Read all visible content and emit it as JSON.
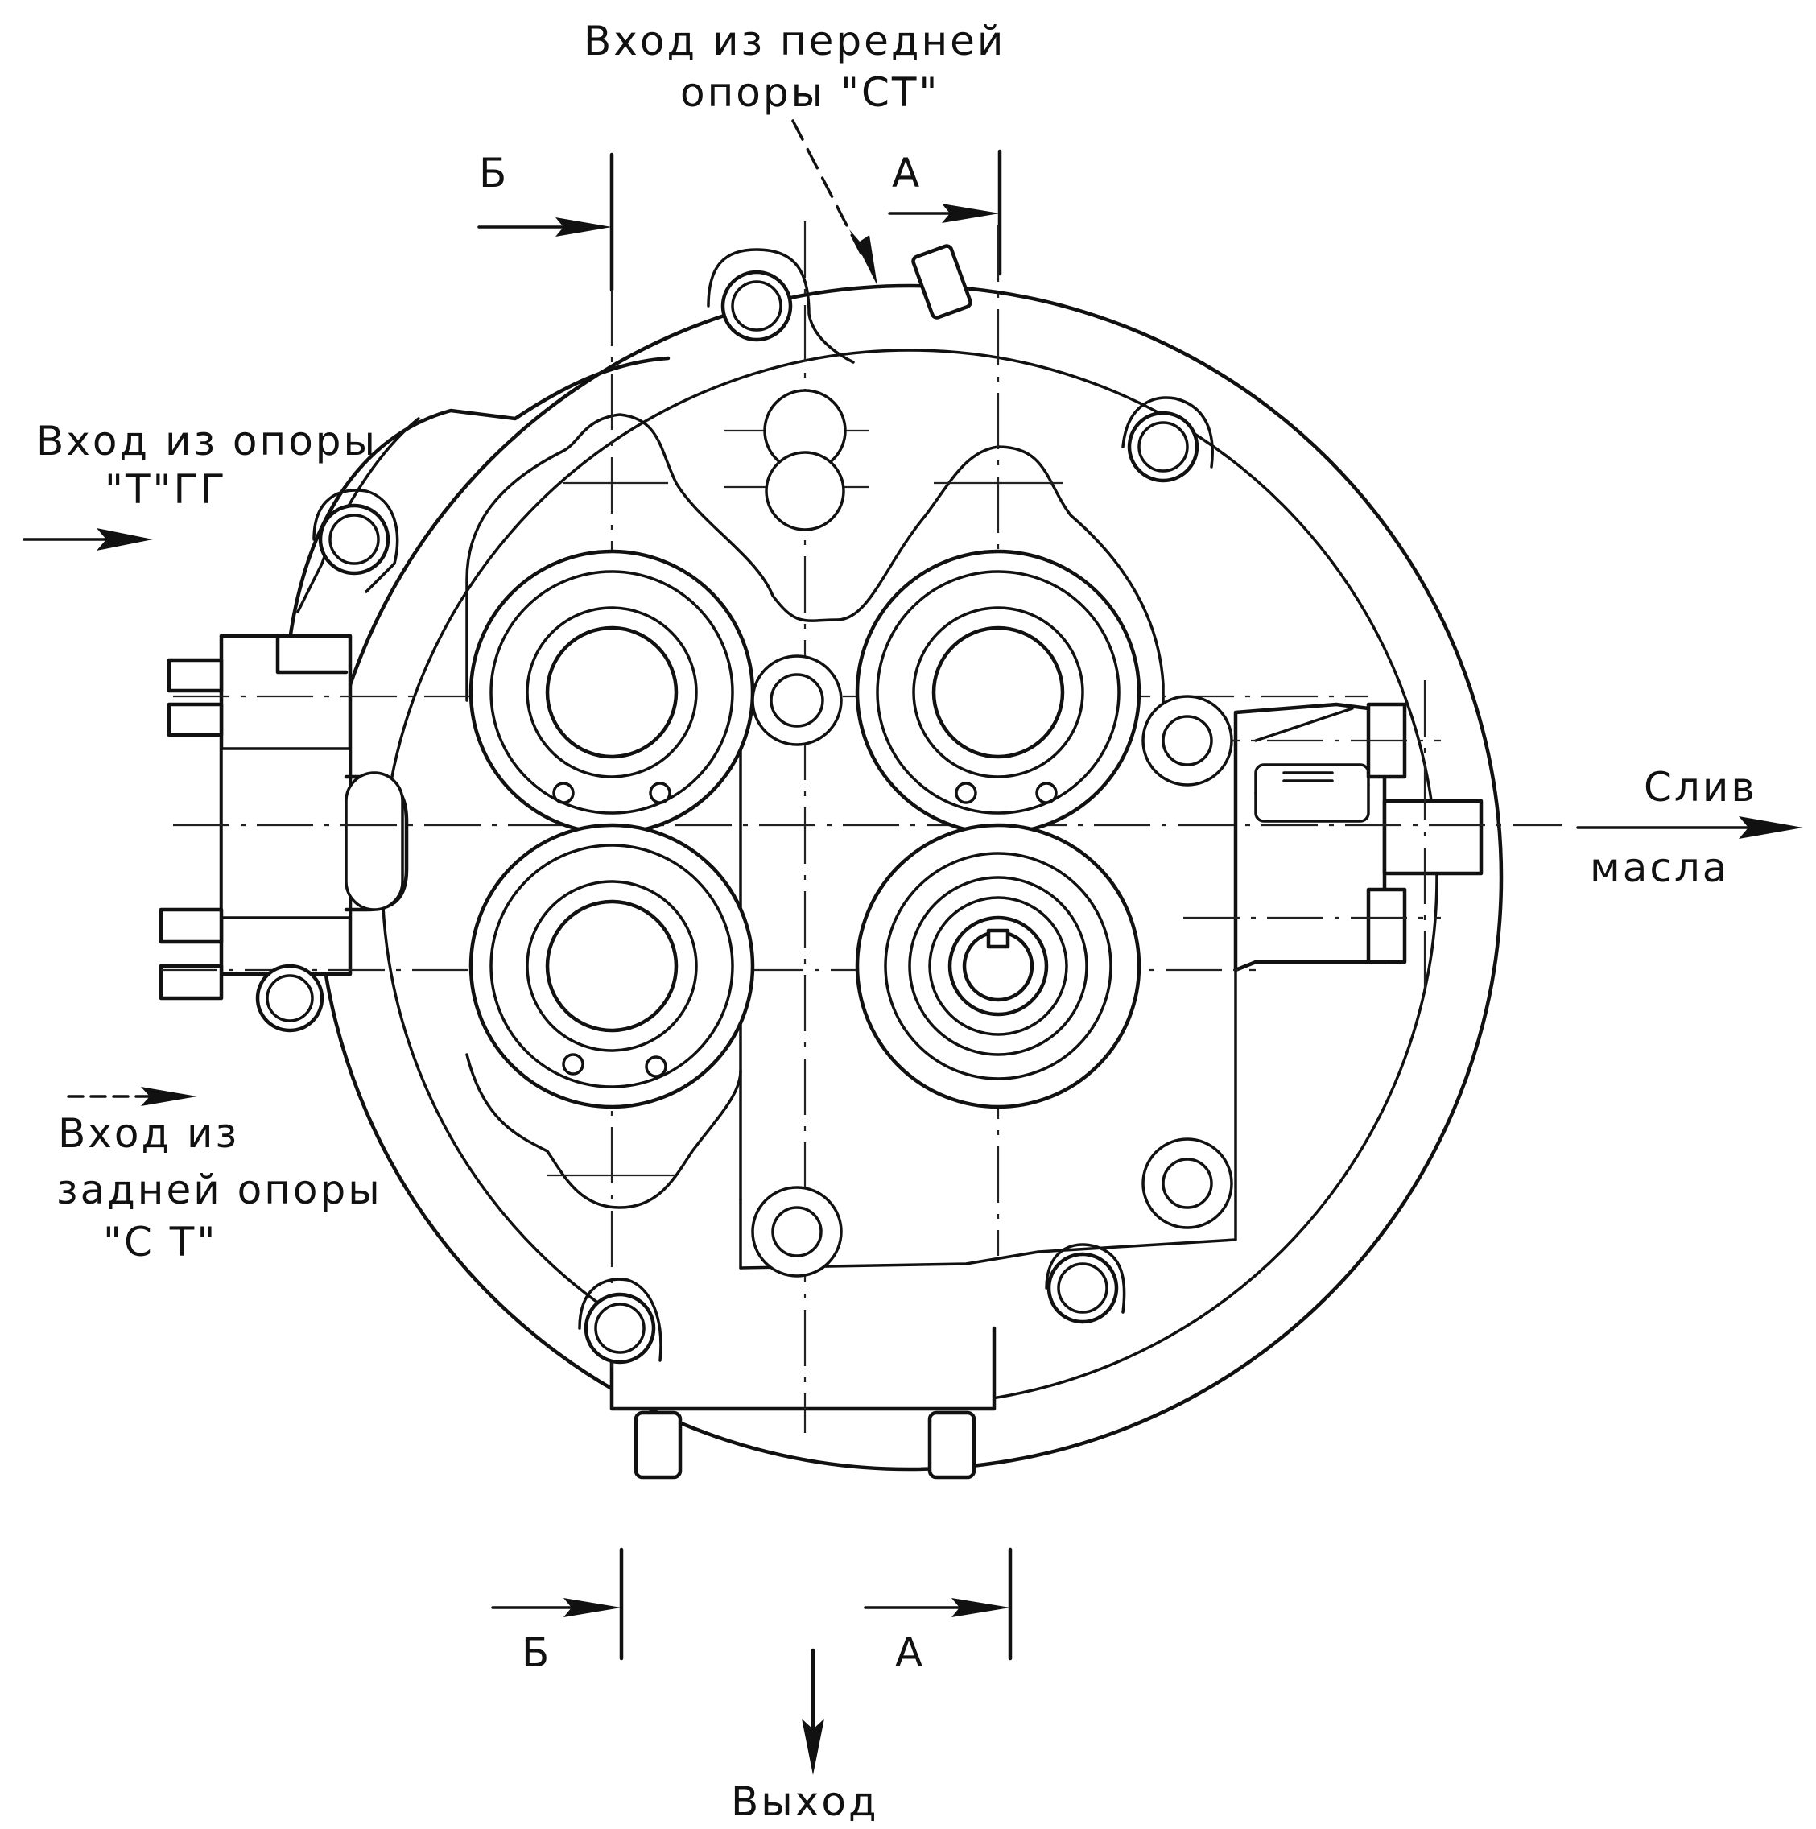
{
  "labels": {
    "inlet_front": [
      "Вход из передней",
      "опоры \"СТ\""
    ],
    "inlet_tgg": [
      "Вход из опоры",
      "\"Т\"ГГ"
    ],
    "inlet_rear": [
      "Вход из",
      "задней опоры",
      "\"С Т\""
    ],
    "drain": [
      "Слив",
      "масла"
    ],
    "outlet": "Выход",
    "section_a_top": "А",
    "section_b_top": "Б",
    "section_a_bottom": "А",
    "section_b_bottom": "Б"
  },
  "colors": {
    "ink": "#111111",
    "paper": "#ffffff"
  }
}
